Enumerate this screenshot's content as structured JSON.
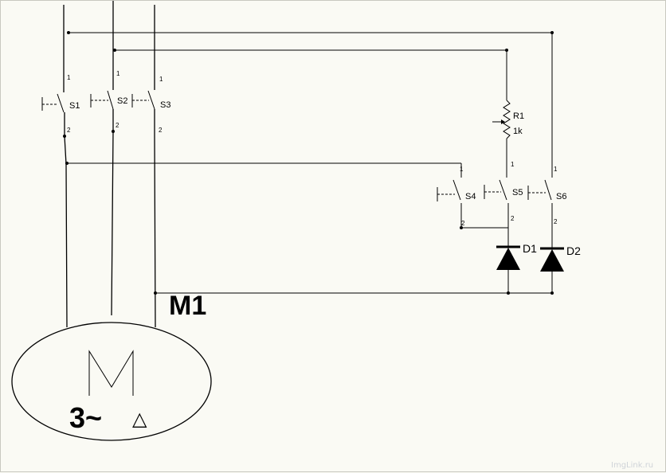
{
  "switches": {
    "s1": {
      "label": "S1",
      "pin_top": "1",
      "pin_bottom": "2"
    },
    "s2": {
      "label": "S2",
      "pin_top": "1",
      "pin_bottom": "2"
    },
    "s3": {
      "label": "S3",
      "pin_top": "1",
      "pin_bottom": "2"
    },
    "s4": {
      "label": "S4",
      "pin_top": "1",
      "pin_bottom": "2"
    },
    "s5": {
      "label": "S5",
      "pin_top": "1",
      "pin_bottom": "2"
    },
    "s6": {
      "label": "S6",
      "pin_top": "1",
      "pin_bottom": "2"
    }
  },
  "resistor": {
    "label": "R1",
    "value": "1k"
  },
  "diodes": {
    "d1": {
      "label": "D1"
    },
    "d2": {
      "label": "D2"
    }
  },
  "motor": {
    "label": "M1",
    "symbol": "M",
    "phase": "3~",
    "connection": "△"
  },
  "watermark": "ImgLink.ru"
}
